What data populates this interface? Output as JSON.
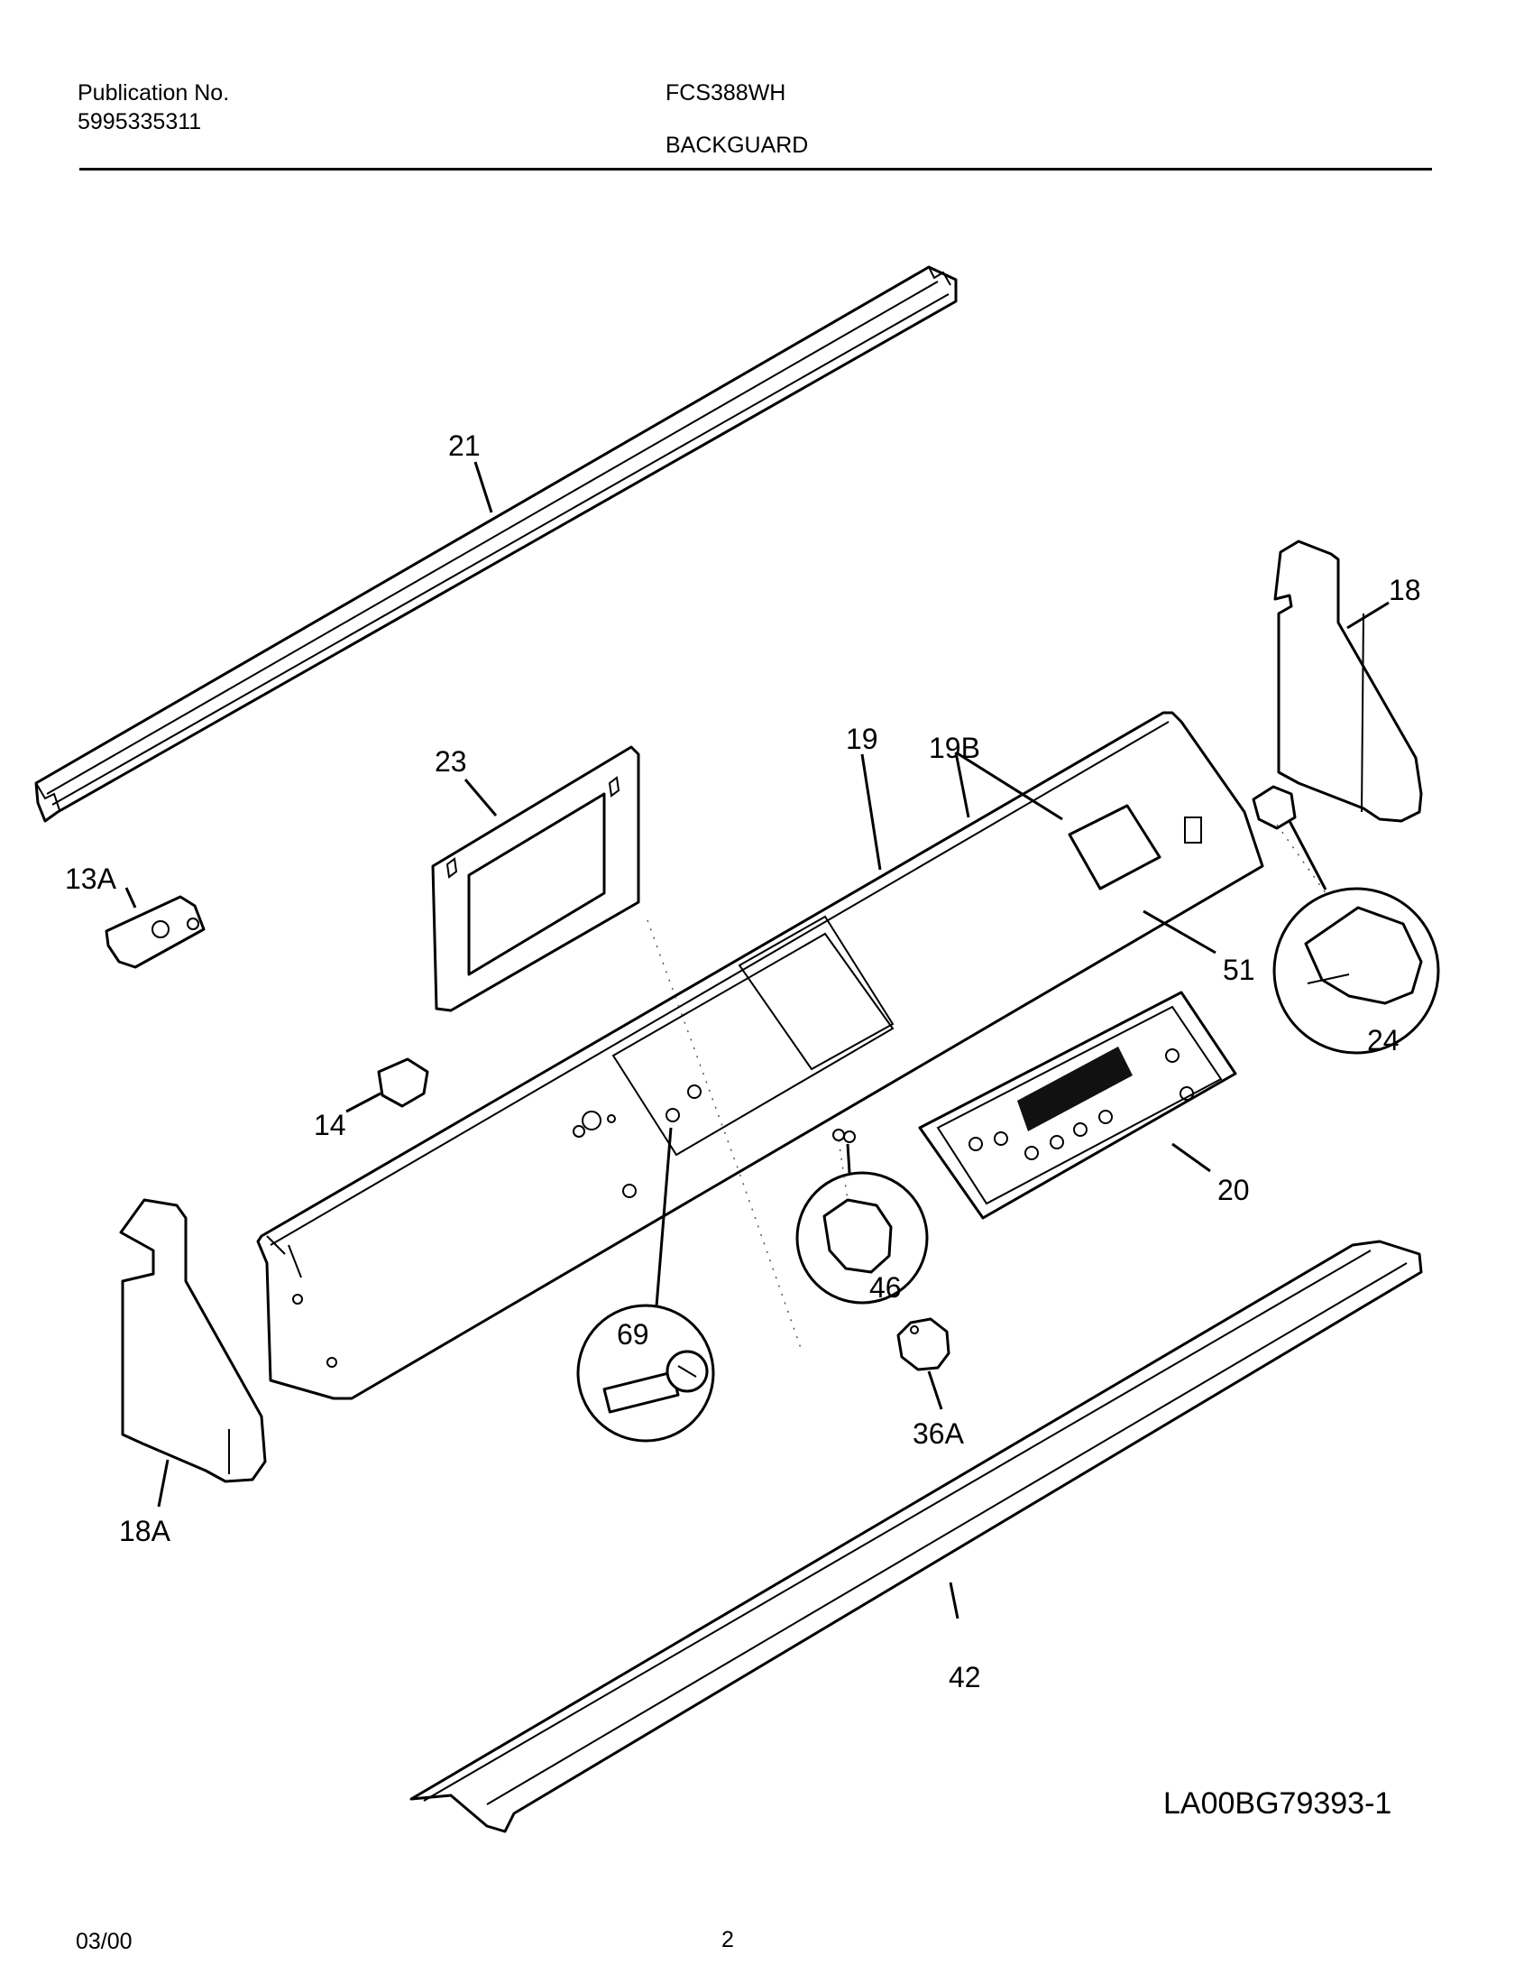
{
  "header": {
    "publication_label": "Publication No.",
    "publication_number": "5995335311",
    "model": "FCS388WH",
    "section": "BACKGUARD"
  },
  "callouts": {
    "c21": "21",
    "c18": "18",
    "c23": "23",
    "c19": "19",
    "c19b": "19B",
    "c13a": "13A",
    "c51": "51",
    "c24": "24",
    "c14": "14",
    "c20": "20",
    "c69": "69",
    "c46": "46",
    "c36a": "36A",
    "c18a": "18A",
    "c42": "42"
  },
  "footer": {
    "drawing_id": "LA00BG79393-1",
    "date": "03/00",
    "page": "2"
  }
}
